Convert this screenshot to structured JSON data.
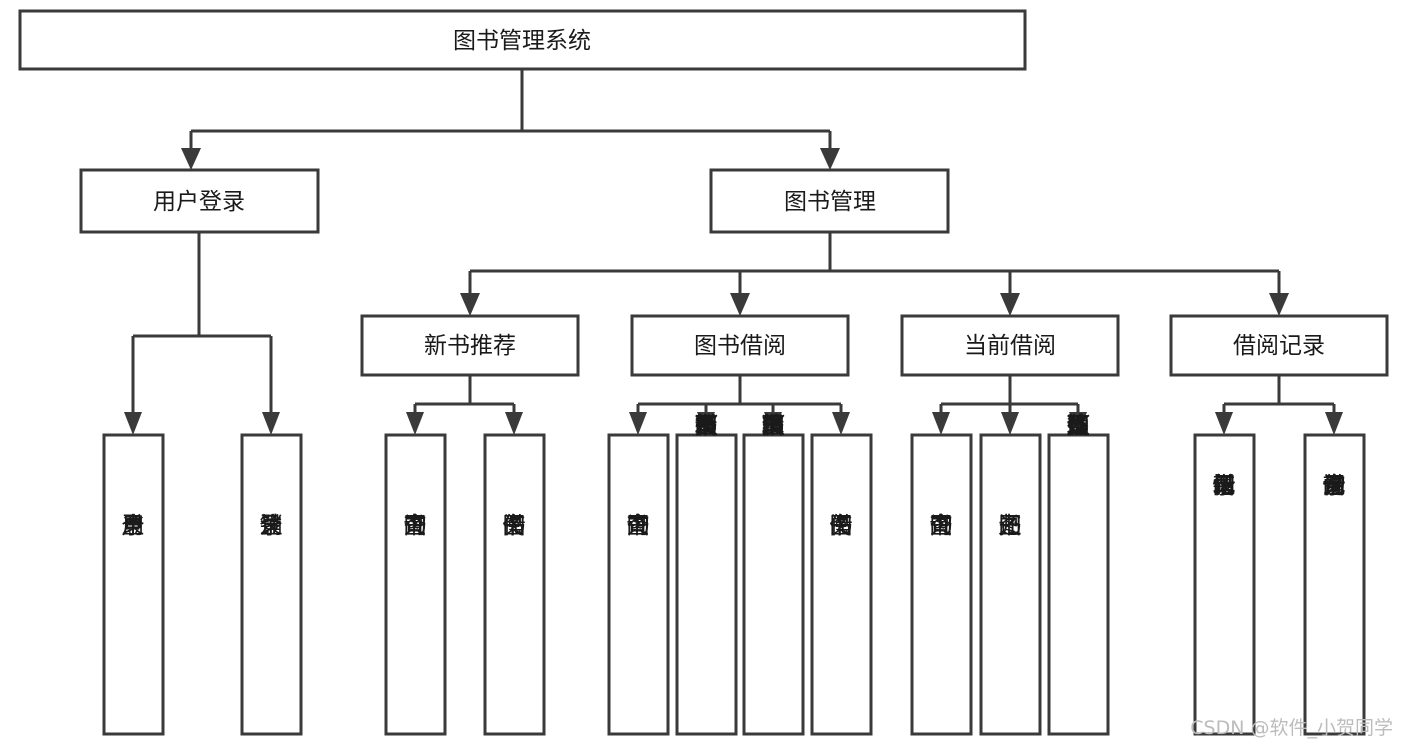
{
  "diagram": {
    "title": "图书管理系统",
    "type": "tree-hierarchy",
    "orientation": "top-down",
    "colors": {
      "box_stroke": "#3a3a3a",
      "box_fill": "#ffffff",
      "connector": "#3a3a3a",
      "label_text": "#1a1a1a",
      "background": "#ffffff",
      "watermark": "#bcbcbc"
    },
    "root": {
      "label": "图书管理系统"
    },
    "level2": [
      {
        "label": "用户登录"
      },
      {
        "label": "图书管理"
      }
    ],
    "level3": [
      {
        "label": "新书推荐"
      },
      {
        "label": "图书借阅"
      },
      {
        "label": "当前借阅"
      },
      {
        "label": "借阅记录"
      }
    ],
    "leaves": {
      "user_login": [
        {
          "label": "用户登录"
        },
        {
          "label": "注销登录"
        }
      ],
      "new_book_recommend": [
        {
          "label": "查询图书"
        },
        {
          "label": "借阅图书"
        }
      ],
      "book_borrow": [
        {
          "label": "查询图书"
        },
        {
          "label": "新增图书（管理员）"
        },
        {
          "label": "编辑图书（管理员）"
        },
        {
          "label": "借阅图书"
        }
      ],
      "current_borrow": [
        {
          "label": "查询图书"
        },
        {
          "label": "归还图书"
        },
        {
          "label": "确认归还（管理员）"
        }
      ],
      "borrow_record": [
        {
          "label": "新增借阅记录"
        },
        {
          "label": "查询借阅记录"
        }
      ]
    },
    "watermark": "CSDN @软件_小贺同学"
  }
}
